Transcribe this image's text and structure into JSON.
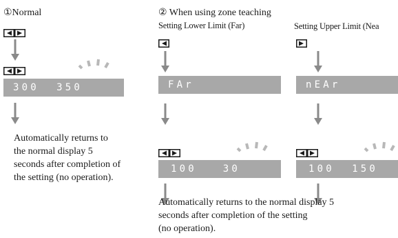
{
  "left_panel": {
    "heading": "①Normal",
    "display_text": "300  350",
    "note": [
      "Automatically returns to",
      "the normal display 5",
      "seconds after completion of",
      "the setting (no operation)."
    ]
  },
  "right_panel": {
    "heading": "② When using zone teaching",
    "far_label": "Setting Lower Limit (Far)",
    "near_label": "Setting Upper Limit (Nea",
    "far_display": "FAr",
    "near_display": "nEAr",
    "far_value_display": "100   30",
    "near_value_display": "100  150",
    "note": [
      "Automatically returns to the normal display 5",
      "seconds after completion of the setting",
      "(no operation)."
    ]
  },
  "colors": {
    "lcd": "#a8a8a8",
    "arrow": "#8a8a8a",
    "icon": "#1a1a1a"
  },
  "icons": [
    "left-button-icon",
    "right-button-icon",
    "blink-rays-icon",
    "down-arrow-icon"
  ]
}
